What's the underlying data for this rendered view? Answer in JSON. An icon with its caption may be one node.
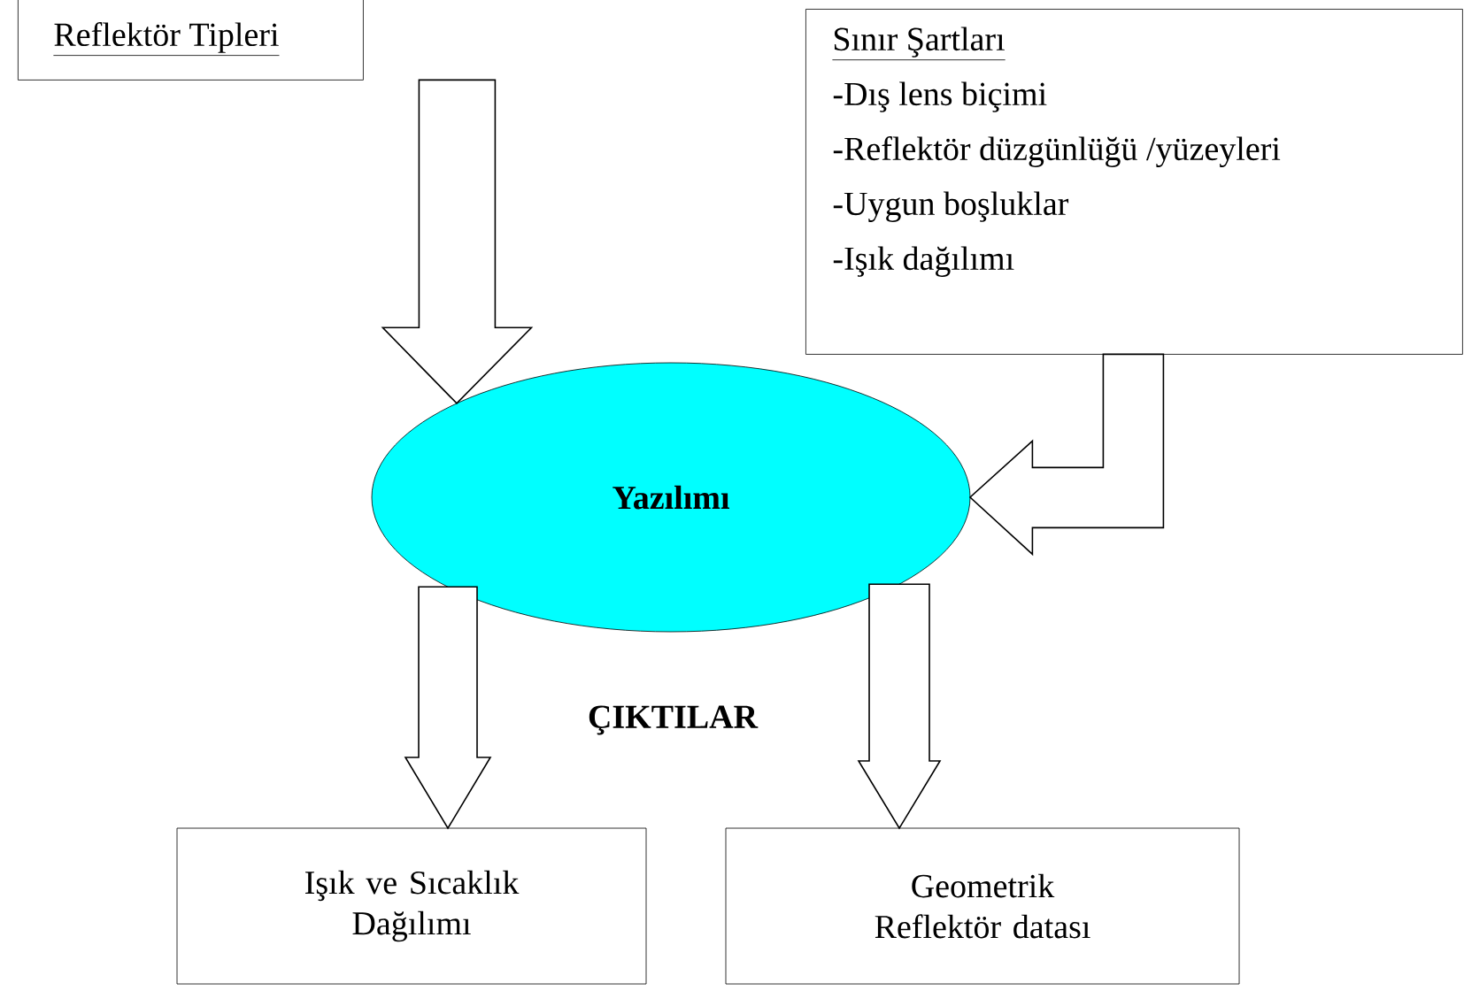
{
  "diagram": {
    "nodes": [
      {
        "text": [
          "Reflektör Tipleri"
        ]
      },
      {
        "text": [
          "Sınır Şartları",
          "-Dış lens biçimi",
          "-Reflektör düzgünlüğü /yüzeyleri",
          "-Uygun boşluklar",
          "-Işık dağılımı"
        ]
      },
      {
        "text": [
          "Yazılımı"
        ]
      },
      {
        "text": [
          "Işık ve Sıcaklık Dağılımı"
        ]
      },
      {
        "text": [
          "Geometrik Reflektör datası"
        ]
      }
    ],
    "edges": [
      {
        "from": 0,
        "to": 2,
        "arrow": "to"
      },
      {
        "from": 1,
        "to": 2,
        "arrow": "to"
      },
      {
        "from": 2,
        "to": 3,
        "arrow": "to"
      },
      {
        "from": 2,
        "to": 4,
        "arrow": "to"
      }
    ],
    "labels": [
      "ÇIKTILAR"
    ]
  }
}
